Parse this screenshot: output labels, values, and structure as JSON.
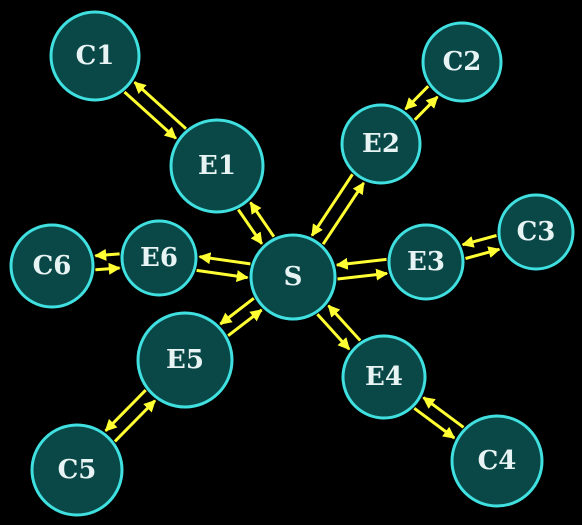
{
  "colors": {
    "background": "#000000",
    "node_fill": "#0a4848",
    "node_stroke": "#40e0e0",
    "label": "#e8f4f4",
    "arrow": "#ffff33"
  },
  "nodes": [
    {
      "id": "S",
      "label": "S"
    },
    {
      "id": "E1",
      "label": "E1"
    },
    {
      "id": "E2",
      "label": "E2"
    },
    {
      "id": "E3",
      "label": "E3"
    },
    {
      "id": "E4",
      "label": "E4"
    },
    {
      "id": "E5",
      "label": "E5"
    },
    {
      "id": "E6",
      "label": "E6"
    },
    {
      "id": "C1",
      "label": "C1"
    },
    {
      "id": "C2",
      "label": "C2"
    },
    {
      "id": "C3",
      "label": "C3"
    },
    {
      "id": "C4",
      "label": "C4"
    },
    {
      "id": "C5",
      "label": "C5"
    },
    {
      "id": "C6",
      "label": "C6"
    }
  ],
  "edges": [
    {
      "from": "C1",
      "to": "E1"
    },
    {
      "from": "E1",
      "to": "C1"
    },
    {
      "from": "E1",
      "to": "S"
    },
    {
      "from": "S",
      "to": "E1"
    },
    {
      "from": "S",
      "to": "E2"
    },
    {
      "from": "E2",
      "to": "S"
    },
    {
      "from": "E2",
      "to": "C2"
    },
    {
      "from": "C2",
      "to": "E2"
    },
    {
      "from": "S",
      "to": "E3"
    },
    {
      "from": "E3",
      "to": "S"
    },
    {
      "from": "E3",
      "to": "C3"
    },
    {
      "from": "C3",
      "to": "E3"
    },
    {
      "from": "S",
      "to": "E4"
    },
    {
      "from": "E4",
      "to": "S"
    },
    {
      "from": "E4",
      "to": "C4"
    },
    {
      "from": "C4",
      "to": "E4"
    },
    {
      "from": "S",
      "to": "E5"
    },
    {
      "from": "E5",
      "to": "S"
    },
    {
      "from": "C5",
      "to": "E5"
    },
    {
      "from": "E5",
      "to": "C5"
    },
    {
      "from": "E6",
      "to": "S"
    },
    {
      "from": "S",
      "to": "E6"
    },
    {
      "from": "C6",
      "to": "E6"
    },
    {
      "from": "E6",
      "to": "C6"
    }
  ]
}
